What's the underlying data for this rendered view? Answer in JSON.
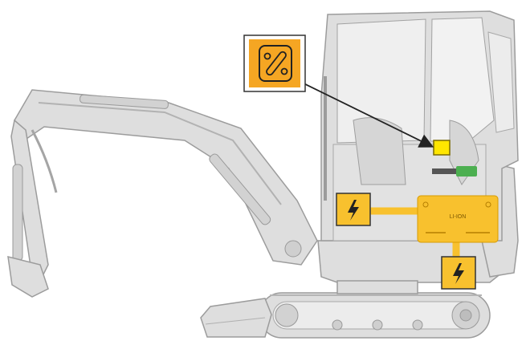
{
  "diagram": {
    "battery": {
      "label": "LI-ION",
      "color": "#f8c12e",
      "stroke": "#d79a00"
    },
    "callouts": [
      {
        "id": "fuse-switch",
        "icon": "fuse-icon",
        "color": "#f5a623",
        "frame": "#333333"
      },
      {
        "id": "high-voltage-upper",
        "icon": "lightning-bolt-icon",
        "color": "#f8c12e"
      },
      {
        "id": "high-voltage-lower",
        "icon": "lightning-bolt-icon",
        "color": "#f8c12e"
      }
    ],
    "markers": {
      "switch_location_color": "#ffe600",
      "cable_color": "#f8c12e",
      "connector_color": "#4caf50",
      "leader_line_color": "#222222"
    },
    "machine": {
      "body_fill": "#dedede",
      "outline": "#9c9c9c"
    }
  }
}
